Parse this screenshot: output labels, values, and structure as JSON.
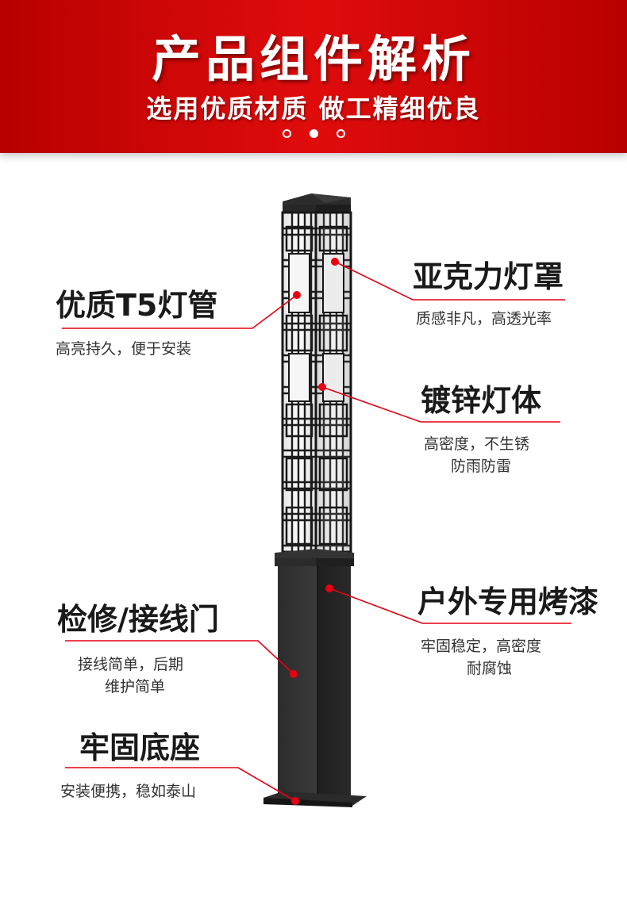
{
  "banner": {
    "title": "产品组件解析",
    "subtitle": "选用优质材质 做工精细优良",
    "dots": [
      false,
      true,
      false
    ]
  },
  "colors": {
    "banner_red": "#d40a0a",
    "accent_red": "#e60012",
    "lamp_body": "#2a2a2a"
  },
  "components": [
    {
      "key": "acrylic",
      "title": "亚克力灯罩",
      "desc": [
        "质感非凡，高透光率"
      ]
    },
    {
      "key": "tube",
      "title": "优质T5灯管",
      "desc": [
        "高亮持久，便于安装"
      ]
    },
    {
      "key": "zinc",
      "title": "镀锌灯体",
      "desc": [
        "高密度，不生锈",
        "防雨防雷"
      ]
    },
    {
      "key": "paint",
      "title": "户外专用烤漆",
      "desc": [
        "牢固稳定，高密度",
        "耐腐蚀"
      ]
    },
    {
      "key": "door",
      "title": "检修/接线门",
      "desc": [
        "接线简单，后期",
        "维护简单"
      ]
    },
    {
      "key": "base",
      "title": "牢固底座",
      "desc": [
        "安装便携，稳如泰山"
      ]
    }
  ]
}
